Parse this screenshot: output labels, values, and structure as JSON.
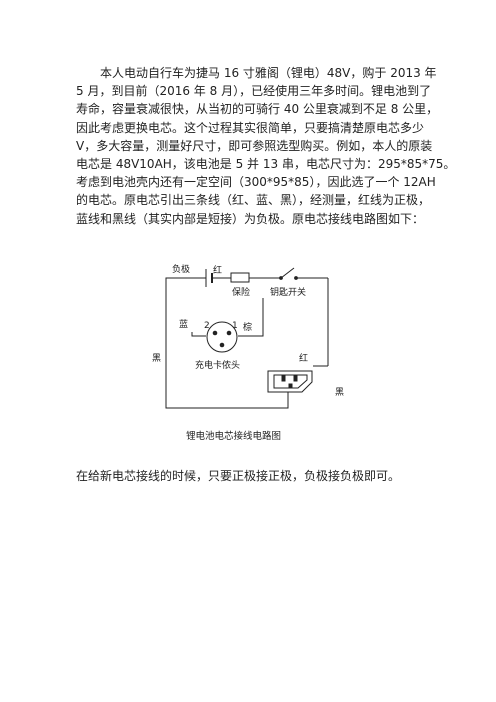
{
  "paragraph1": {
    "lines": [
      "本人电动自行车为捷马 16 寸雅阁（锂电）48V，购于 2013 年",
      "5 月，到目前（2016 年 8 月），已经使用三年多时间。锂电池到了",
      "寿命，容量衰减很快，从当初的可骑行 40 公里衰减到不足 8 公里，",
      "因此考虑更换电芯。这个过程其实很简单，只要搞清楚原电芯多少",
      "V，多大容量，测量好尺寸，即可参照选型购买。例如，本人的原装",
      "电芯是 48V10AH，该电池是 5 并 13 串，电芯尺寸为：295*85*75。",
      "考虑到电池壳内还有一定空间（300*95*85），因此选了一个 12AH",
      "的电芯。原电芯引出三条线（红、蓝、黑），经测量，红线为正极，",
      "蓝线和黑线（其实内部是短接）为负极。原电芯接线电路图如下："
    ]
  },
  "diagram": {
    "labels": {
      "negative": "负极",
      "red_top": "红",
      "fuse": "保险",
      "key_switch": "钥匙开关",
      "blue": "蓝",
      "pin2": "2",
      "pin1": "1",
      "brown": "棕",
      "charger_plug": "充电卡侬头",
      "red_right": "红",
      "black_left": "黑",
      "black_right": "黑"
    },
    "caption": "锂电池电芯接线电路图"
  },
  "paragraph2": {
    "text": "在给新电芯接线的时候，只要正极接正极，负极接负极即可。"
  }
}
